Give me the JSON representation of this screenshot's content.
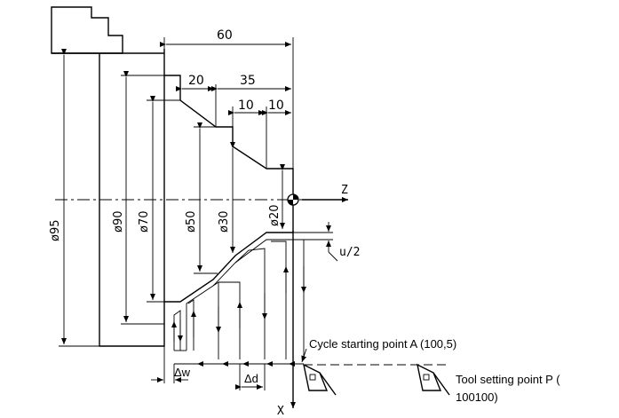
{
  "dimensions": {
    "overall_length": "60",
    "length_20": "20",
    "length_35": "35",
    "length_10a": "10",
    "length_10b": "10"
  },
  "diameters": {
    "d95": "ø95",
    "d90": "ø90",
    "d70": "ø70",
    "d50": "ø50",
    "d30": "ø30",
    "d20": "ø20"
  },
  "axes": {
    "z_label": "Z",
    "x_label": "X"
  },
  "allowances": {
    "u_half": "u/2",
    "delta_w": "Δw",
    "delta_d": "Δd"
  },
  "annotations": {
    "cycle_start": "Cycle starting point A (100,5)",
    "tool_setting_line1": "Tool setting point P (",
    "tool_setting_line2": "100100)"
  }
}
